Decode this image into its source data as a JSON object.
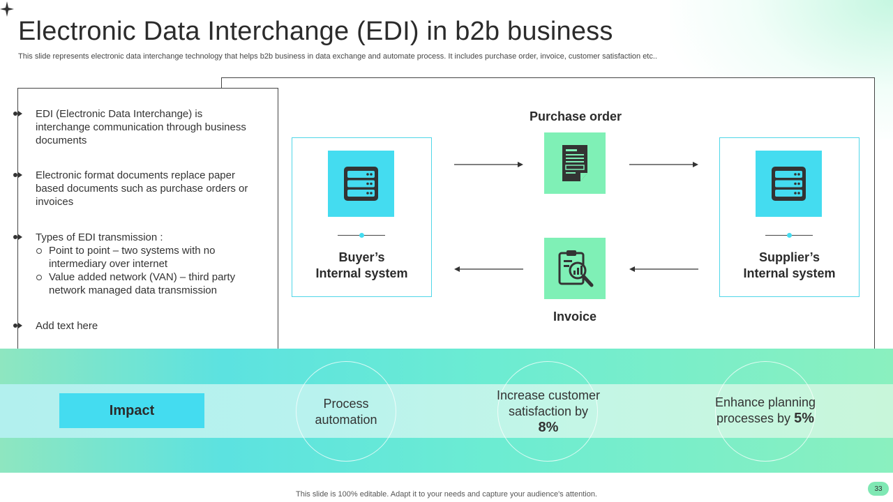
{
  "slide": {
    "title": "Electronic Data Interchange (EDI) in b2b business",
    "subtitle": "This slide represents electronic data interchange technology that helps b2b business in data exchange and automate process. It includes purchase order, invoice, customer satisfaction etc.."
  },
  "bullets": [
    {
      "text": "EDI (Electronic Data Interchange)  is interchange communication through business documents"
    },
    {
      "text": "Electronic format documents replace paper based documents such as purchase orders or invoices"
    },
    {
      "text": "Types of EDI transmission :",
      "subitems": [
        "Point to point – two systems with no intermediary over internet",
        "Value added network (VAN) – third party network managed data transmission"
      ]
    },
    {
      "text": "Add text here"
    }
  ],
  "diagram": {
    "buyer_label": "Buyer’s\nInternal system",
    "supplier_label": "Supplier’s\nInternal system",
    "purchase_order_label": "Purchase order",
    "invoice_label": "Invoice"
  },
  "impact": {
    "label": "Impact",
    "item1": "Process\nautomation",
    "item2_text": "Increase customer\nsatisfaction by",
    "item2_value": "8%",
    "item3_text": "Enhance planning\nprocesses by",
    "item3_value": "5%"
  },
  "footer": {
    "text": "This slide is 100% editable. Adapt it to your needs and capture your audience's attention.",
    "page_number": "33"
  },
  "colors": {
    "cyan": "#44dcf0",
    "mint": "#7ff0b6",
    "icon_dark": "#333333"
  },
  "icons": [
    "sparkle-icon",
    "bullet-arrow-icon",
    "server-icon",
    "document-icon",
    "report-analysis-icon",
    "arrow-right-icon",
    "arrow-left-icon"
  ]
}
